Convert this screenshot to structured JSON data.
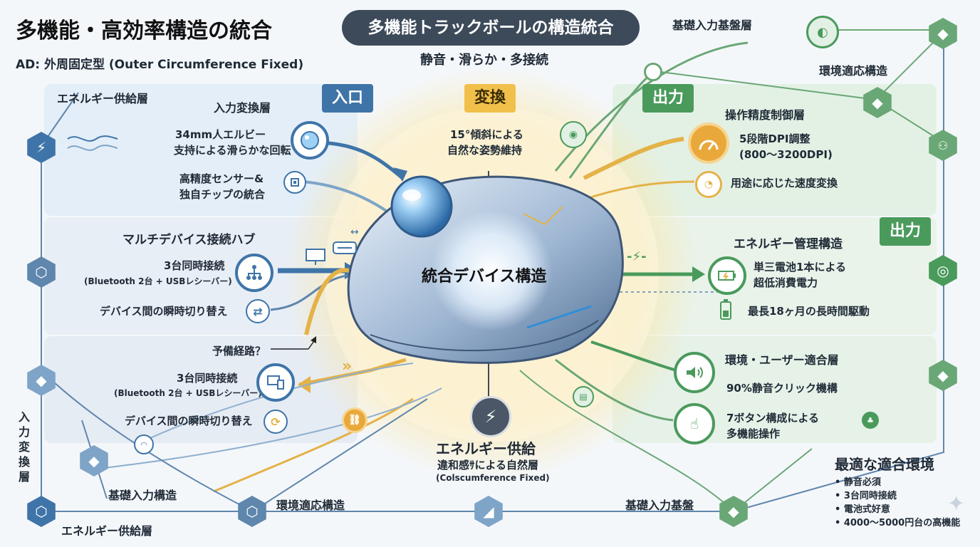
{
  "header": {
    "title": "多機能・高効率構造の統合",
    "subtitle": "AD: 外周固定型 (Outer Circumference Fixed)",
    "pill_title": "多機能トラックボールの構造統合",
    "tagline": "静音・滑らか・多接続"
  },
  "sections": {
    "input": "入口",
    "convert": "変換",
    "output": "出力",
    "output2": "出力"
  },
  "left": {
    "energy_layer": "エネルギー供給層",
    "input_conv_layer": "入力変換層",
    "ball_line1": "34mm人エルビー",
    "ball_line2": "支持による滑らかな回転",
    "sensor_line1": "高精度センサー&",
    "sensor_line2": "独自チップの統合",
    "hub_title": "マルチデバイス接続ハブ",
    "hub_l1": "3台同時接続",
    "hub_l2": "(Bluetooth 2台 + USBレシーバー)",
    "hub_switch": "デバイス間の瞬時切り替え",
    "backup": "予備経路？",
    "hub2_l1": "3台同時接続",
    "hub2_l2": "(Bluetooth 2台 + USBレシーバー)",
    "hub2_switch": "デバイス間の瞬時切り替え",
    "vertical_label": [
      "入",
      "力",
      "変",
      "換",
      "層"
    ],
    "base_input": "基礎入力構造",
    "energy_bottom": "エネルギー供給層",
    "env_bottom": "環境適応構造"
  },
  "center": {
    "tilt_l1": "15°傾斜による",
    "tilt_l2": "自然な姿勢維持",
    "device": "統合デバイス構造",
    "energy_title": "エネルギー供給",
    "energy_l1": "違和感ｻによる自然層",
    "energy_l2": "(Colscumference Fixed)"
  },
  "right": {
    "base_layer_top": "基礎入力基盤層",
    "env_top": "環境適応構造",
    "precision_title": "操作精度制御層",
    "dpi_l1": "5段階DPI調整",
    "dpi_l2": "(800〜3200DPI)",
    "speed": "用途に応じた速度変換",
    "energy_mgmt": "エネルギー管理構造",
    "battery_l1": "単三電池1本による",
    "battery_l2": "超低消費電力",
    "battery_life": "最長18ヶ月の長時間駆動",
    "env_user": "環境・ユーザー適合層",
    "silent": "90%静音クリック機構",
    "buttons_l1": "7ボタン構成による",
    "buttons_l2": "多機能操作",
    "base_bottom": "基礎入力基盤",
    "best_env_title": "最適な適合環境",
    "best_env_items": [
      "静音必須",
      "3台同時接続",
      "電池式好意",
      "4000〜5000円台の高機能"
    ]
  },
  "colors": {
    "blue": "#3f74a8",
    "orange": "#e9a93a",
    "green": "#4a9a5c",
    "dark": "#3d4a5a"
  }
}
